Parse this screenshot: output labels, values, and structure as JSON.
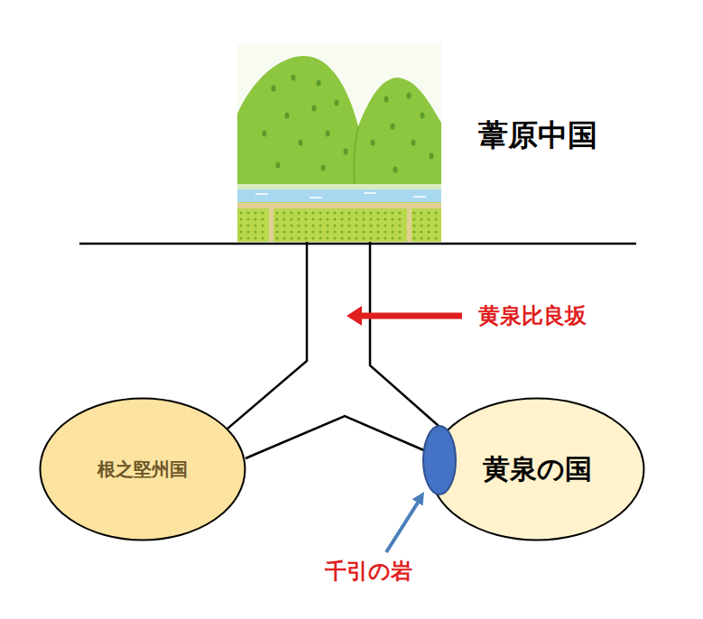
{
  "diagram": {
    "nodes": [
      {
        "text": [
          "葦原中国"
        ]
      },
      {
        "text": [
          "根之堅州国"
        ]
      },
      {
        "text": [
          "黄泉の国"
        ]
      }
    ],
    "edges": [
      {
        "from": 0,
        "to": 1,
        "arrow": "none"
      },
      {
        "from": 0,
        "to": 2,
        "arrow": "none"
      }
    ],
    "labels": [
      "黄泉比良坂",
      "千引の岩"
    ]
  }
}
